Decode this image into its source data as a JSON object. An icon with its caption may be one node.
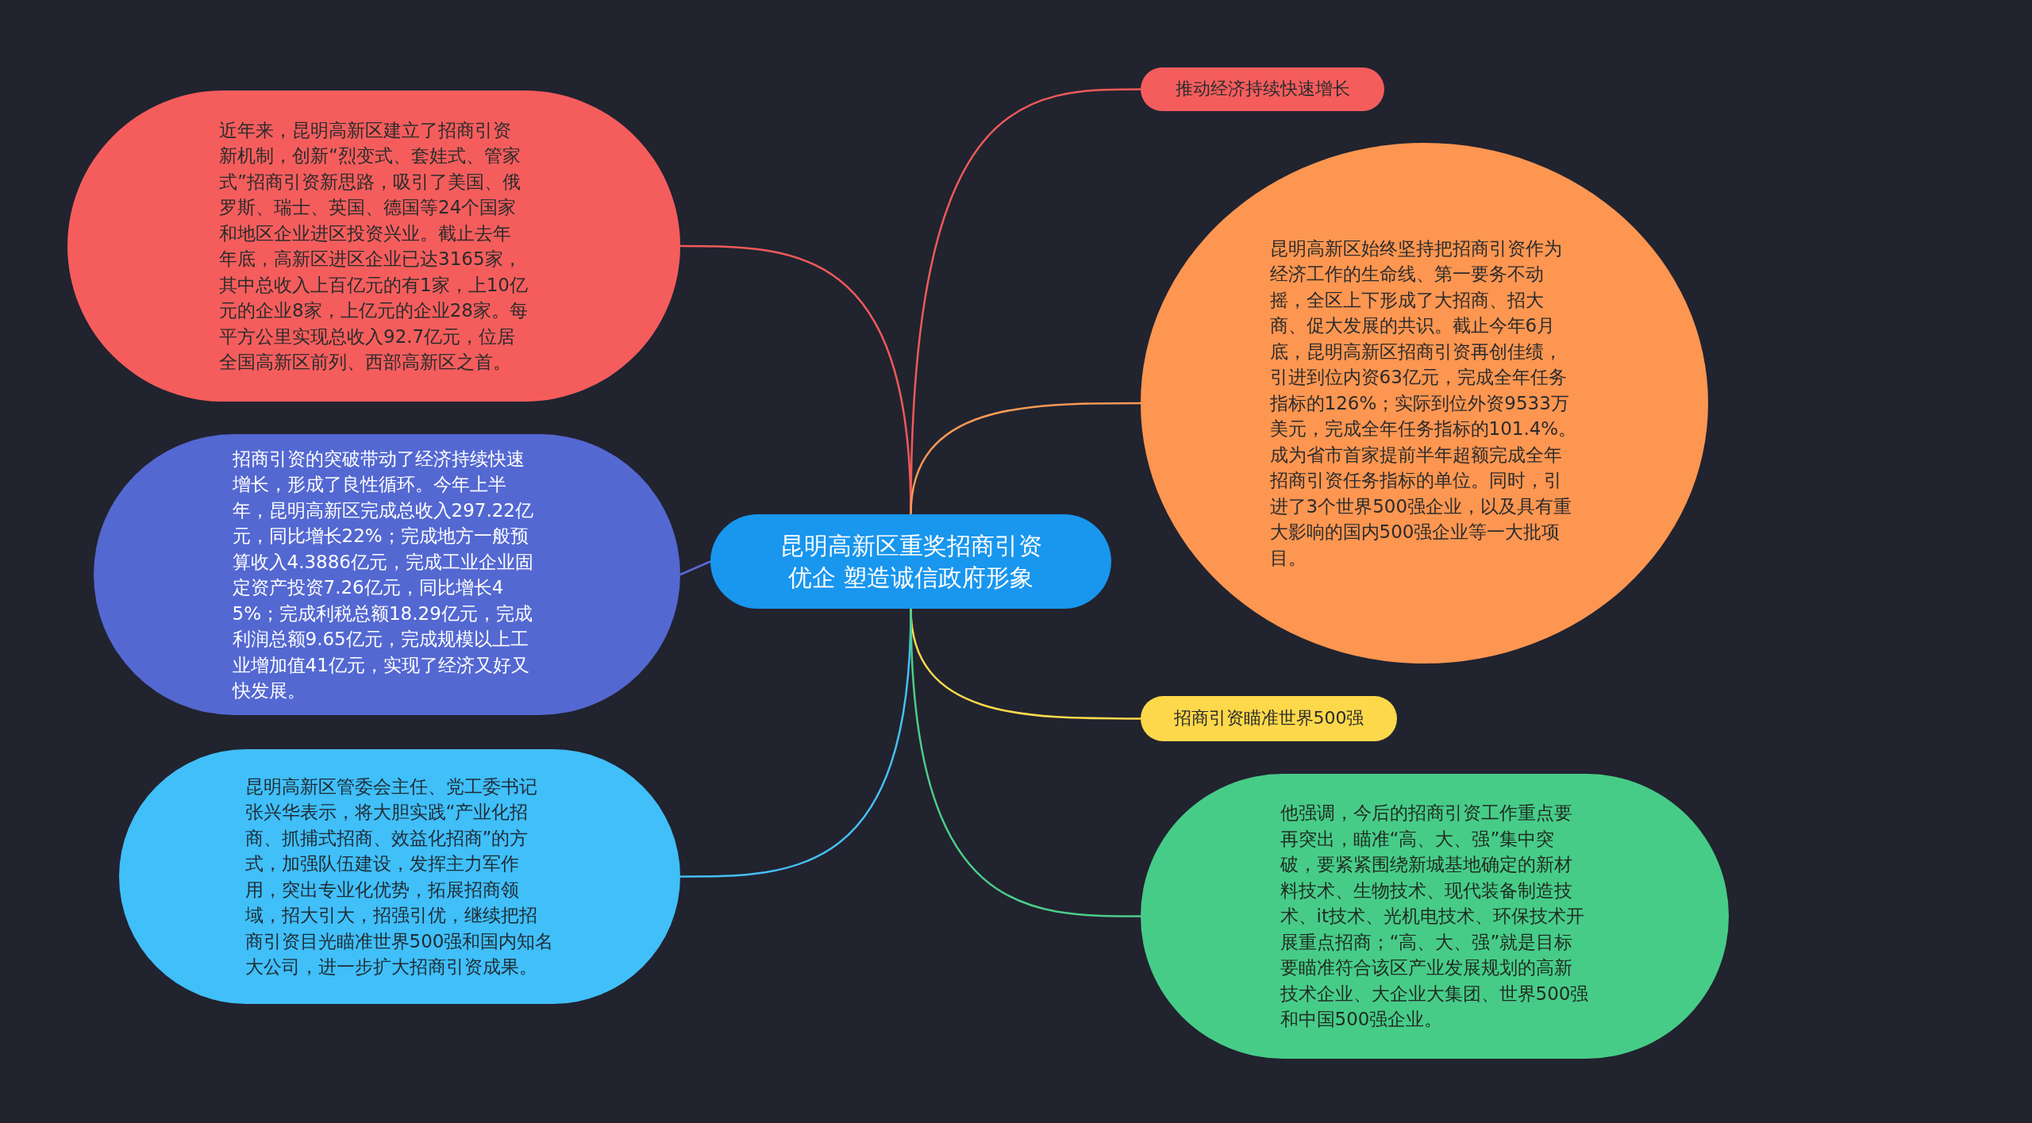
{
  "diagram": {
    "nodes": [
      {
        "text": [
          "昆明高新区重奖招商引资优企 塑造诚信政府形象"
        ]
      },
      {
        "text": [
          "近年来，昆明高新区建立了招商引资新机制，创新“烈变式、套娃式、管家式”招商引资新思路，吸引了美国、俄罗斯、瑞士、英国、德国等24个国家和地区企业进区投资兴业。截止去年年底，高新区进区企业已达3165家，其中总收入上百亿元的有1家，上10亿元的企业8家，上亿元的企业28家。每平方公里实现总收入92.7亿元，位居全国高新区前列、西部高新区之首。"
        ]
      },
      {
        "text": [
          "招商引资的突破带动了经济持续快速增长，形成了良性循环。今年上半年，昆明高新区完成总收入297.22亿元，同比增长22%；完成地方一般预算收入4.3886亿元，完成工业企业固定资产投资7.26亿元，同比增长45%；完成利税总额18.29亿元，完成利润总额9.65亿元，完成规模以上工业增加值41亿元，实现了经济又好又快发展。"
        ]
      },
      {
        "text": [
          "昆明高新区管委会主任、党工委书记张兴华表示，将大胆实践“产业化招商、抓捕式招商、效益化招商”的方式，加强队伍建设，发挥主力军作用，突出专业化优势，拓展招商领域，招大引大，招强引优，继续把招商引资目光瞄准世界500强和国内知名大公司，进一步扩大招商引资成果。"
        ]
      },
      {
        "text": [
          "推动经济持续快速增长"
        ]
      },
      {
        "text": [
          "昆明高新区始终坚持把招商引资作为经济工作的生命线、第一要务不动摇，全区上下形成了大招商、招大商、促大发展的共识。截止今年6月底，昆明高新区招商引资再创佳绩，引进到位内资63亿元，完成全年任务指标的126%；实际到位外资9533万美元，完成全年任务指标的101.4%。成为省市首家提前半年超额完成全年招商引资任务指标的单位。同时，引进了3个世界500强企业，以及具有重大影响的国内500强企业等一大批项目。"
        ]
      },
      {
        "text": [
          "招商引资瞄准世界500强"
        ]
      },
      {
        "text": [
          "他强调，今后的招商引资工作重点要再突出，瞄准“高、大、强”集中突破，要紧紧围绕新城基地确定的新材料技术、生物技术、现代装备制造技术、it技术、光机电技术、环保技术开展重点招商；“高、大、强”就是目标要瞄准符合该区产业发展规划的高新技术企业、大企业大集团、世界500强和中国500强企业。"
        ]
      }
    ],
    "edges": [
      {
        "from": 0,
        "to": 1,
        "arrow": "none",
        "color": "#f05a5a"
      },
      {
        "from": 0,
        "to": 2,
        "arrow": "none",
        "color": "#5a6ad8"
      },
      {
        "from": 0,
        "to": 3,
        "arrow": "none",
        "color": "#46c0f5"
      },
      {
        "from": 0,
        "to": 4,
        "arrow": "none",
        "color": "#f05a5a"
      },
      {
        "from": 0,
        "to": 5,
        "arrow": "none",
        "color": "#fb9a55"
      },
      {
        "from": 0,
        "to": 6,
        "arrow": "none",
        "color": "#fcd94b"
      },
      {
        "from": 0,
        "to": 7,
        "arrow": "none",
        "color": "#4ccd89"
      }
    ]
  }
}
